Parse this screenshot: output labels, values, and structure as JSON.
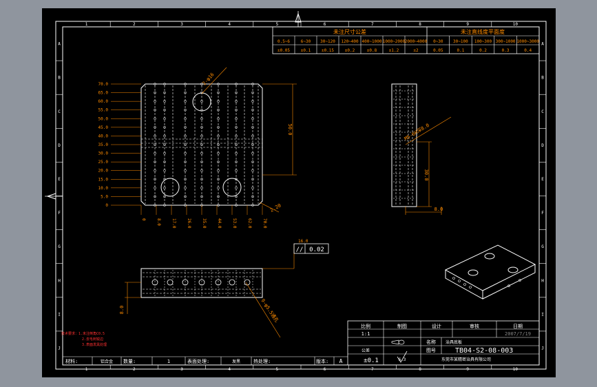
{
  "colors": {
    "viewport": "#000000",
    "frame": "#ffffff",
    "dimension": "#ff8c00",
    "annotation": "#ff3030",
    "hidden": "#ffffff"
  },
  "frame_zones": {
    "columns": [
      "1",
      "2",
      "3",
      "4",
      "5",
      "6",
      "7",
      "8",
      "9",
      "10"
    ],
    "rows": [
      "A",
      "B",
      "C",
      "D",
      "E",
      "F",
      "G",
      "H",
      "I",
      "J"
    ]
  },
  "tolerance_table": {
    "left_title": "未注尺寸公差",
    "right_title": "未注直线度平面度",
    "left_ranges": [
      "0.5~6",
      "6~30",
      "30~120",
      "120~400",
      "400~1000",
      "1000~2000",
      "2000~4000"
    ],
    "left_values": [
      "±0.05",
      "±0.1",
      "±0.15",
      "±0.2",
      "±0.8",
      "±1.2",
      "±2"
    ],
    "right_ranges": [
      "0~30",
      "30~100",
      "100~300",
      "300~1000",
      "1000~3000"
    ],
    "right_values": [
      "0.05",
      "0.1",
      "0.2",
      "0.3",
      "0.4"
    ]
  },
  "front_view": {
    "y_dims": [
      "70.0",
      "65.0",
      "60.0",
      "55.0",
      "50.0",
      "45.0",
      "40.0",
      "35.0",
      "30.0",
      "25.0",
      "20.0",
      "15.0",
      "10.0",
      "5.0",
      "0"
    ],
    "x_dims": [
      "0",
      "8.0",
      "17.0",
      "26.0",
      "35.0",
      "44.0",
      "53.0",
      "62.0",
      "70.0"
    ],
    "overall_height": "50.0",
    "corner_chamfer": "2.20",
    "hole_callout": "2-φ16"
  },
  "side_view": {
    "hole_callout": "M5-6H深8.0",
    "height_dim": "30.0",
    "width_dim": "8.0"
  },
  "bottom_view": {
    "flatness_symbol": "//",
    "flatness_value": "0.02",
    "ref_dim": "16.0",
    "thickness_dim": "8.0",
    "hole_callout": "9-φ5.5通孔"
  },
  "notes": {
    "lines": [
      "技术要求：1.未注倒角C0.5",
      "2.去毛刺锐边",
      "3.表面发黑处理"
    ]
  },
  "title_block": {
    "headers": [
      "比例",
      "制图",
      "设计",
      "审核",
      "日期"
    ],
    "scale": "1:1",
    "date": "2007/7/19",
    "tolerance_label": "公差",
    "tolerance_value": "±0.1",
    "roughness": "6.3",
    "name_label": "名称",
    "name_value": "治具底板",
    "drawing_no_label": "图号",
    "drawing_no": "TB04-S2-08-003",
    "company": "东莞市某精密治具有限公司",
    "material_label": "材料:",
    "material_value": "铝合金",
    "quantity_label": "数量:",
    "quantity_value": "1",
    "surface_label": "表面处理:",
    "surface_value": "发黑",
    "heat_label": "热处理:",
    "heat_value": "",
    "version_label": "版本:",
    "version_value": "A"
  }
}
